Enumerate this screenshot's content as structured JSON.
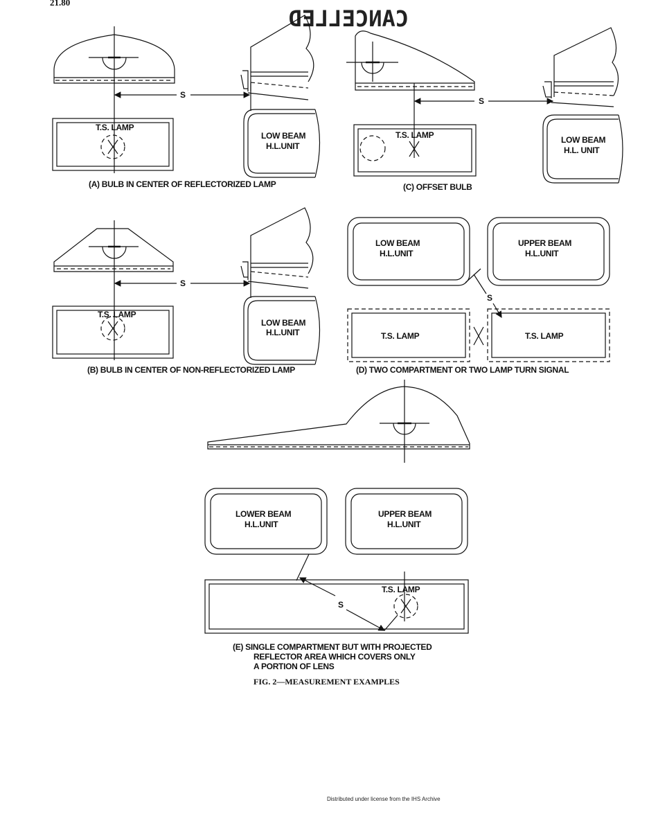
{
  "page": {
    "page_number": "21.80",
    "stamp": "CANCELLED",
    "footer": "Distributed under license from the IHS Archive"
  },
  "panel_a": {
    "caption": "(A) BULB IN CENTER OF REFLECTORIZED LAMP",
    "ts_label": "T.S. LAMP",
    "hl_line1": "LOW BEAM",
    "hl_line2": "H.L.UNIT",
    "dim": "S"
  },
  "panel_b": {
    "caption": "(B) BULB IN CENTER OF NON-REFLECTORIZED LAMP",
    "ts_label": "T.S. LAMP",
    "hl_line1": "LOW BEAM",
    "hl_line2": "H.L.UNIT",
    "dim": "S"
  },
  "panel_c": {
    "caption": "(C) OFFSET BULB",
    "ts_label": "T.S. LAMP",
    "hl_line1": "LOW BEAM",
    "hl_line2": "H.L. UNIT",
    "dim": "S"
  },
  "panel_d": {
    "caption": "(D) TWO COMPARTMENT OR TWO LAMP TURN SIGNAL",
    "low_line1": "LOW BEAM",
    "low_line2": "H.L.UNIT",
    "upper_line1": "UPPER BEAM",
    "upper_line2": "H.L.UNIT",
    "ts_left": "T.S. LAMP",
    "ts_right": "T.S. LAMP",
    "dim": "S"
  },
  "panel_e": {
    "caption_line1": "(E) SINGLE COMPARTMENT BUT WITH PROJECTED",
    "caption_line2": "REFLECTOR AREA WHICH COVERS ONLY",
    "caption_line3": "A PORTION OF LENS",
    "lower_line1": "LOWER BEAM",
    "lower_line2": "H.L.UNIT",
    "upper_line1": "UPPER BEAM",
    "upper_line2": "H.L.UNIT",
    "ts_label": "T.S. LAMP",
    "dim": "S"
  },
  "figure_title": "FIG. 2—MEASUREMENT EXAMPLES"
}
